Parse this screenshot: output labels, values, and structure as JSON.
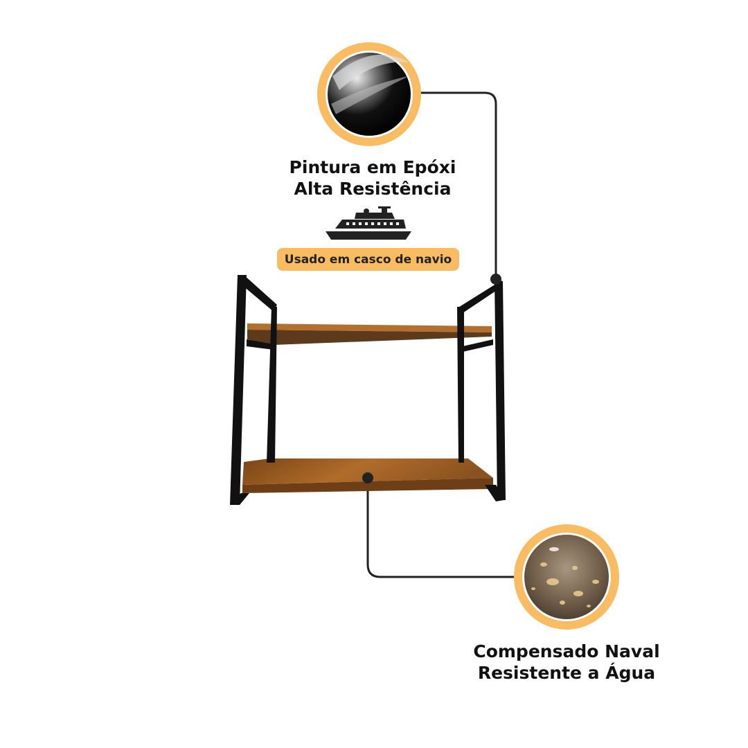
{
  "features": [
    {
      "title_line1": "Pintura em Epóxi",
      "title_line2": "Alta Resistência",
      "icon": "ship-icon",
      "badge": "Usado em casco de navio"
    },
    {
      "title_line1": "Compensado Naval",
      "title_line2": "Resistente a Água"
    }
  ],
  "colors": {
    "accent": "#f9bc63",
    "line": "#222222",
    "wood": "#9a5a22",
    "frame": "#111111"
  }
}
